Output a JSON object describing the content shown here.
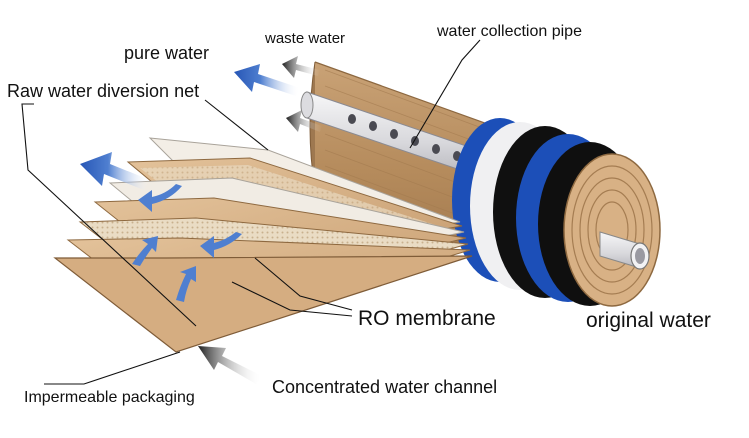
{
  "diagram": {
    "labels": {
      "pure_water": "pure water",
      "waste_water": "waste water",
      "water_collection_pipe": "water collection pipe",
      "raw_water_diversion_net": "Raw water diversion net",
      "ro_membrane": "RO membrane",
      "original_water": "original water",
      "impermeable_packaging": "Impermeable packaging",
      "concentrated_water_channel": "Concentrated water channel"
    },
    "colors": {
      "membrane": "#d8b48c",
      "membrane_dark": "#b98e62",
      "mesh": "#e9dcc6",
      "pipe": "#e8e8ea",
      "blue_band": "#1c4fb8",
      "black_cap": "#111111",
      "pure_water_arrow": "#2f5fbf",
      "flow_arrow": "#4a78c8",
      "waste_arrow": "#222222"
    }
  }
}
